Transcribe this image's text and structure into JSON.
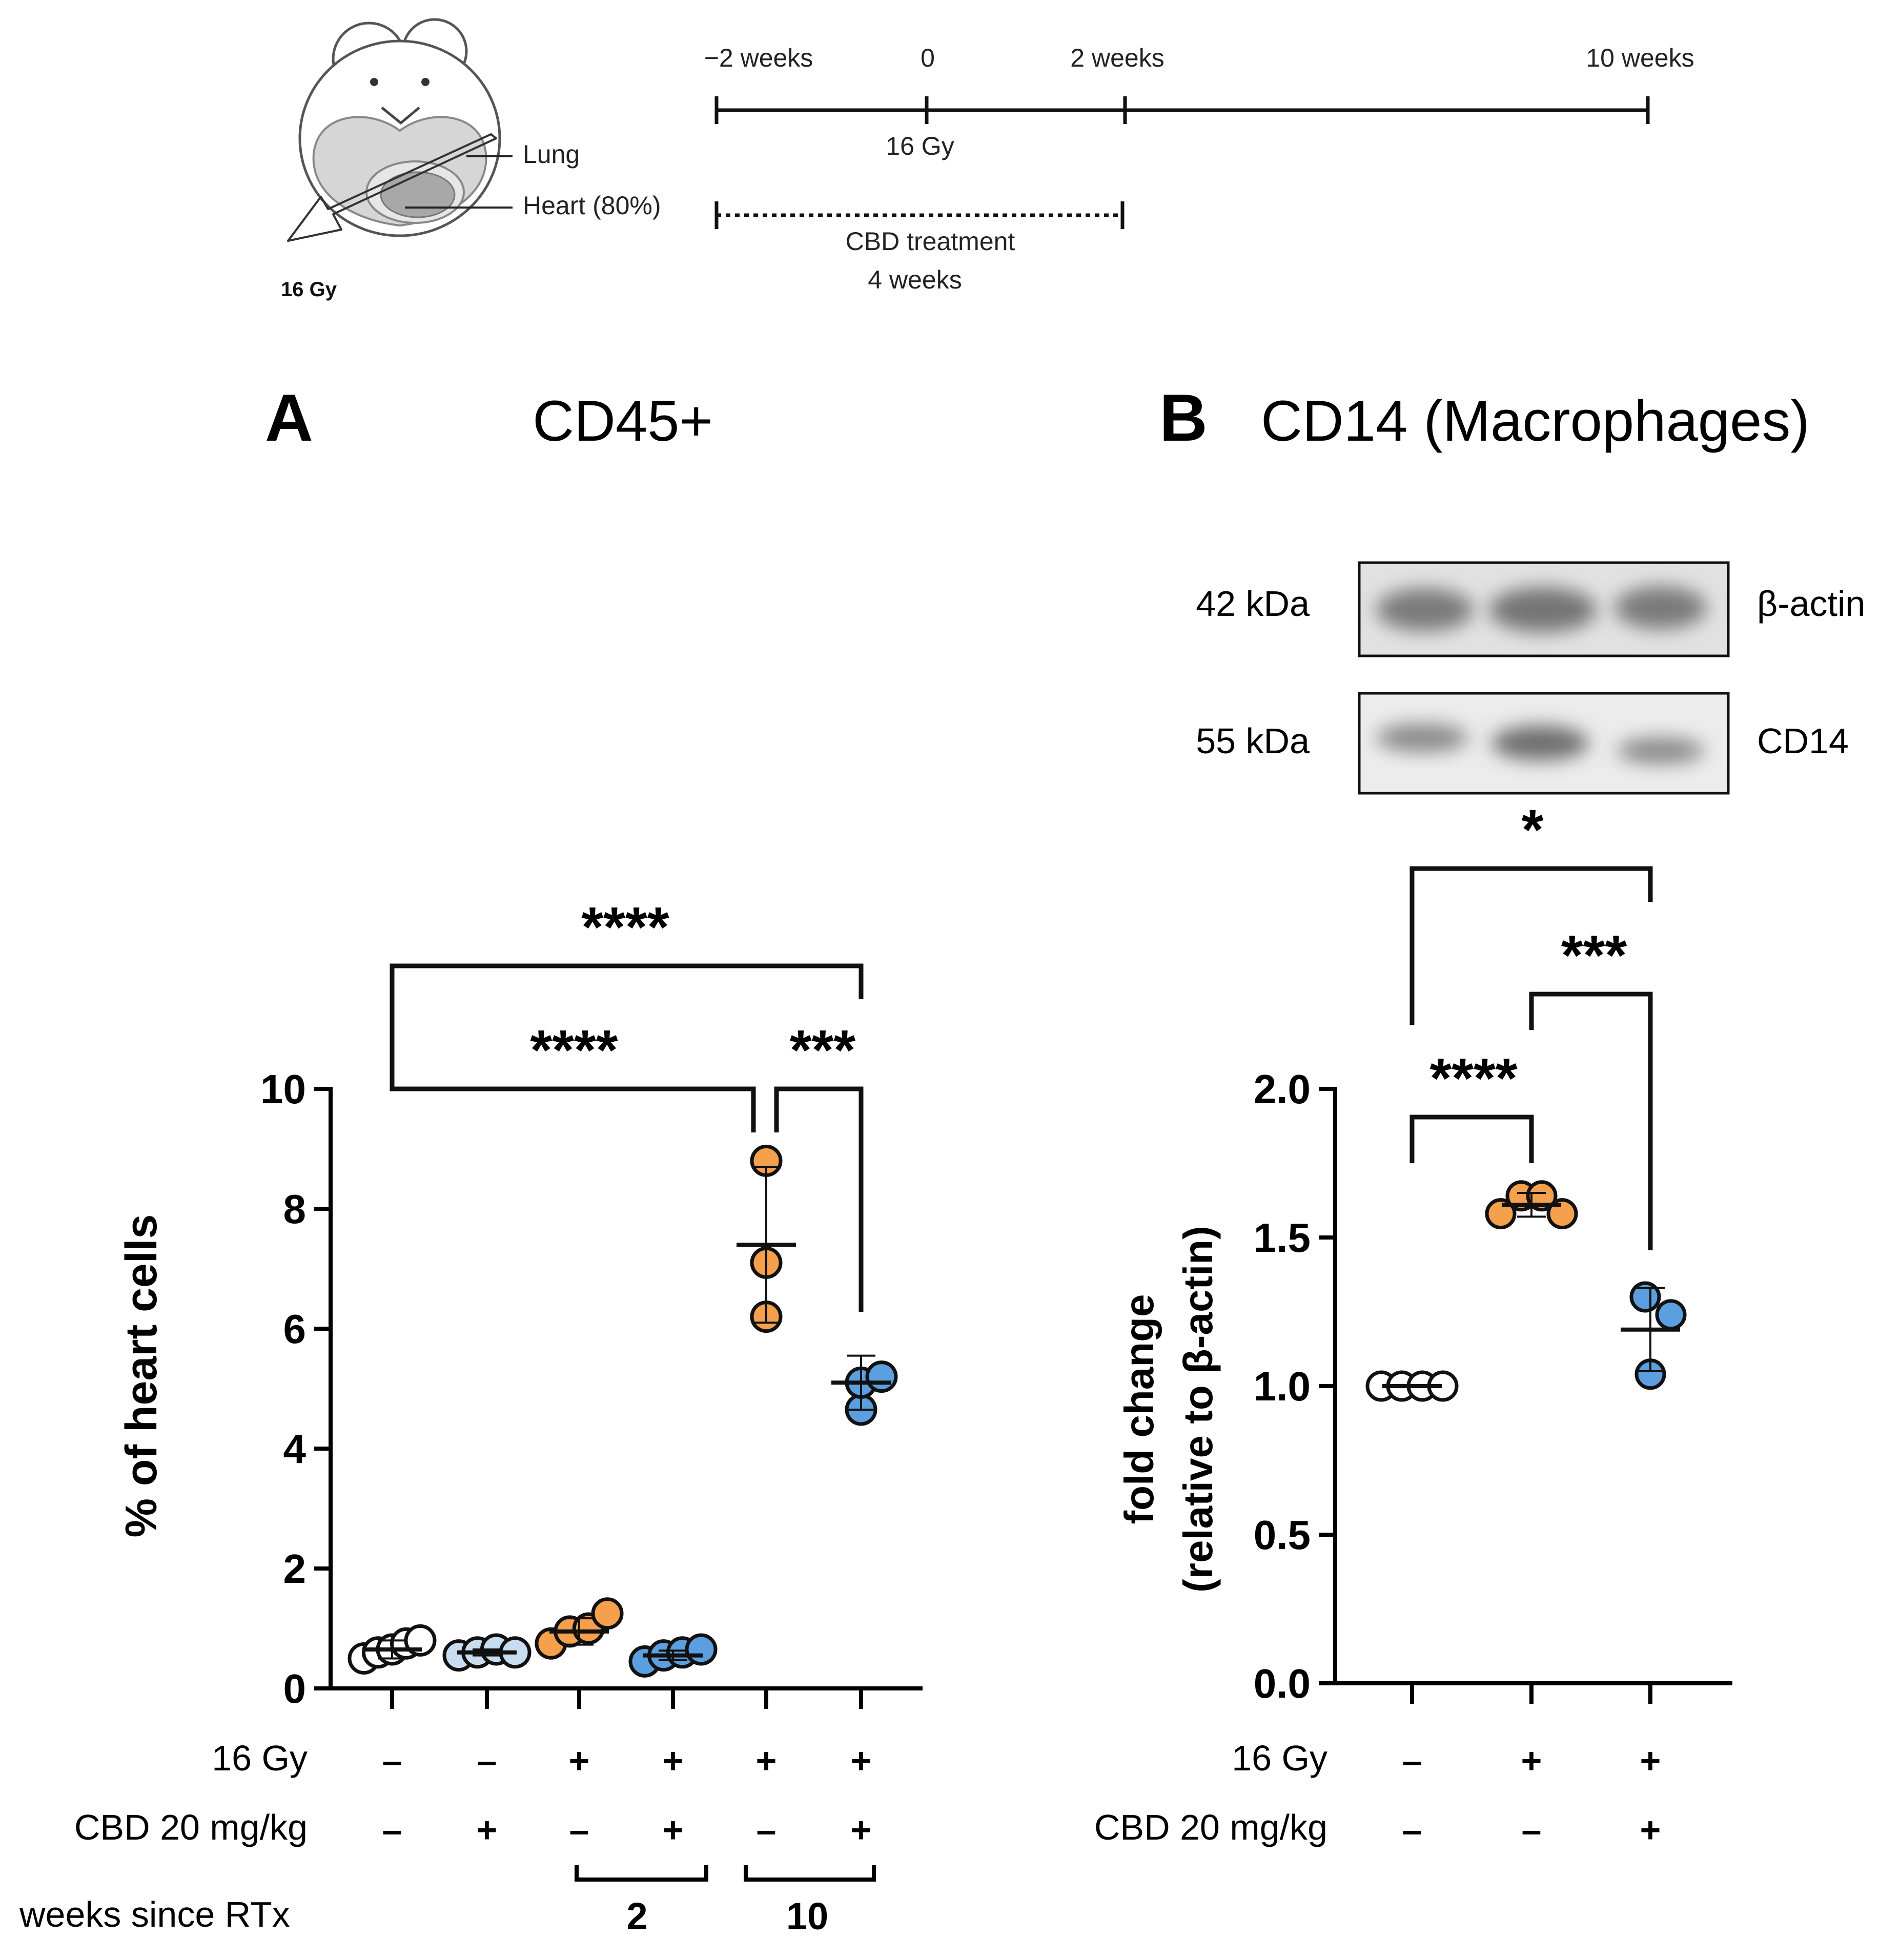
{
  "colors": {
    "black": "#000000",
    "orange": "#F4A04C",
    "blue": "#5B9FE0",
    "light_blue": "#C9DDF0",
    "white": "#FFFFFF",
    "body_gray": "#D6D6D6",
    "heart_gray": "#A8A8A8",
    "blot_bg": "#E2E2E2",
    "blot_band": "#7A7A7A"
  },
  "schematic": {
    "lung_label": "Lung",
    "heart_label": "Heart (80%)",
    "beam_label": "16 Gy",
    "timeline_ticks": [
      "−2 weeks",
      "0",
      "2 weeks",
      "10 weeks"
    ],
    "dose_label": "16 Gy",
    "cbd_label": "CBD treatment",
    "cbd_duration": "4 weeks"
  },
  "panel_a": {
    "letter": "A",
    "title": "CD45+",
    "ylabel": "% of heart cells",
    "ytick_labels": [
      "0",
      "2",
      "4",
      "6",
      "8",
      "10"
    ],
    "sig": [
      "****",
      "****",
      "***"
    ],
    "row_labels": [
      "16 Gy",
      "CBD 20 mg/kg",
      "weeks since RTx"
    ],
    "gy_signs": [
      "–",
      "–",
      "+",
      "+",
      "+",
      "+"
    ],
    "cbd_signs": [
      "–",
      "+",
      "–",
      "+",
      "–",
      "+"
    ],
    "weeks_groups": [
      "2",
      "10"
    ]
  },
  "panel_b": {
    "letter": "B",
    "title": "CD14 (Macrophages)",
    "ylabel_line1": "fold change",
    "ylabel_line2": "(relative to β-actin)",
    "ytick_labels": [
      "0.0",
      "0.5",
      "1.0",
      "1.5",
      "2.0"
    ],
    "sig": [
      "*",
      "***",
      "****"
    ],
    "blot_rows": [
      {
        "kda": "42 kDa",
        "protein": "β-actin"
      },
      {
        "kda": "55 kDa",
        "protein": "CD14"
      }
    ],
    "row_labels": [
      "16 Gy",
      "CBD 20 mg/kg"
    ],
    "gy_signs": [
      "–",
      "+",
      "+"
    ],
    "cbd_signs": [
      "–",
      "–",
      "+"
    ]
  },
  "chart_data": [
    {
      "type": "scatter",
      "title": "CD45+",
      "ylabel": "% of heart cells",
      "ylim": [
        0,
        10
      ],
      "yticks": [
        0,
        2,
        4,
        6,
        8,
        10
      ],
      "groups": [
        {
          "gy": "–",
          "cbd": "–",
          "color": "#FFFFFF",
          "points": [
            0.5,
            0.6,
            0.65,
            0.75,
            0.8
          ],
          "mean": 0.65,
          "sd": 0.15
        },
        {
          "gy": "–",
          "cbd": "+",
          "color": "#C9DDF0",
          "points": [
            0.55,
            0.6,
            0.65,
            0.6
          ],
          "mean": 0.6,
          "sd": 0.05
        },
        {
          "gy": "+",
          "cbd": "–",
          "weeks": "2",
          "color": "#F4A04C",
          "points": [
            0.75,
            0.95,
            1.0,
            1.25
          ],
          "mean": 0.95,
          "sd": 0.22
        },
        {
          "gy": "+",
          "cbd": "+",
          "weeks": "2",
          "color": "#5B9FE0",
          "points": [
            0.45,
            0.55,
            0.6,
            0.65
          ],
          "mean": 0.55,
          "sd": 0.08
        },
        {
          "gy": "+",
          "cbd": "–",
          "weeks": "10",
          "color": "#F4A04C",
          "points": [
            6.2,
            7.1,
            8.8
          ],
          "mean": 7.4,
          "sd": 1.3
        },
        {
          "gy": "+",
          "cbd": "+",
          "weeks": "10",
          "color": "#5B9FE0",
          "points": [
            4.65,
            5.1,
            5.2
          ],
          "mean": 5.1,
          "sd": 0.45
        }
      ],
      "comparisons": [
        {
          "from": 0,
          "to": 5,
          "label": "****"
        },
        {
          "from": 0,
          "to": 4,
          "label": "****"
        },
        {
          "from": 4,
          "to": 5,
          "label": "***"
        }
      ]
    },
    {
      "type": "scatter",
      "title": "CD14 (Macrophages)",
      "ylabel": "fold change (relative to β-actin)",
      "ylim": [
        0,
        2.0
      ],
      "yticks": [
        0.0,
        0.5,
        1.0,
        1.5,
        2.0
      ],
      "groups": [
        {
          "gy": "–",
          "cbd": "–",
          "color": "#FFFFFF",
          "points": [
            1.0,
            1.0,
            1.0,
            1.0
          ],
          "mean": 1.0,
          "sd": 0.0
        },
        {
          "gy": "+",
          "cbd": "–",
          "color": "#F4A04C",
          "points": [
            1.58,
            1.64,
            1.64,
            1.58
          ],
          "mean": 1.61,
          "sd": 0.04
        },
        {
          "gy": "+",
          "cbd": "+",
          "color": "#5B9FE0",
          "points": [
            1.04,
            1.24,
            1.3
          ],
          "mean": 1.19,
          "sd": 0.14
        }
      ],
      "comparisons": [
        {
          "from": 0,
          "to": 2,
          "label": "*"
        },
        {
          "from": 1,
          "to": 2,
          "label": "***"
        },
        {
          "from": 0,
          "to": 1,
          "label": "****"
        }
      ]
    }
  ]
}
